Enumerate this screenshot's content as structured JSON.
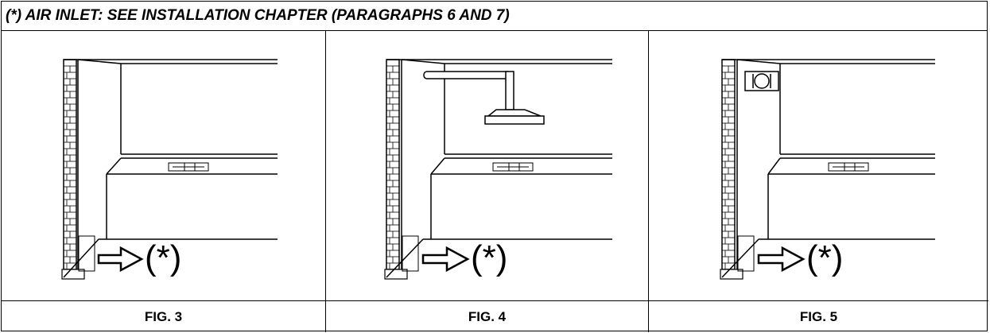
{
  "header": {
    "title": "(*) AIR INLET: SEE INSTALLATION CHAPTER (PARAGRAPHS 6 AND 7)"
  },
  "figures": [
    {
      "caption": "FIG. 3",
      "marker": "(*)",
      "extra": "none"
    },
    {
      "caption": "FIG. 4",
      "marker": "(*)",
      "extra": "extractor-hood"
    },
    {
      "caption": "FIG. 5",
      "marker": "(*)",
      "extra": "wall-fan"
    }
  ]
}
